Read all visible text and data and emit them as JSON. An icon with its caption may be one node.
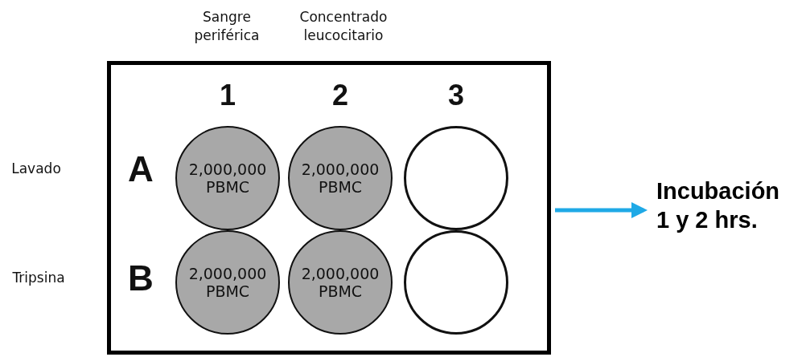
{
  "diagram": {
    "nodes": [
      {
        "text": [],
        "shape": "box"
      },
      {
        "text": [
          "2,000,000 PBMC"
        ],
        "in": 0
      },
      {
        "text": [
          "2,000,000 PBMC"
        ],
        "in": 0
      },
      {
        "text": [],
        "shape": "circle",
        "in": 0
      },
      {
        "text": [
          "2,000,000 PBMC"
        ],
        "in": 0
      },
      {
        "text": [
          "2,000,000 PBMC"
        ],
        "in": 0
      },
      {
        "text": [],
        "shape": "circle",
        "in": 0
      },
      {
        "text": [
          "Incubación 1 y 2 hrs."
        ]
      }
    ],
    "edges": [
      {
        "from": 0,
        "to": 7,
        "arrow": "to",
        "color": "#1fa9e6"
      }
    ],
    "labels": [
      "Sangre periférica",
      "Concentrado leucocitario",
      "1",
      "2",
      "3",
      "Lavado",
      "A",
      "Tripsina",
      "B"
    ]
  }
}
